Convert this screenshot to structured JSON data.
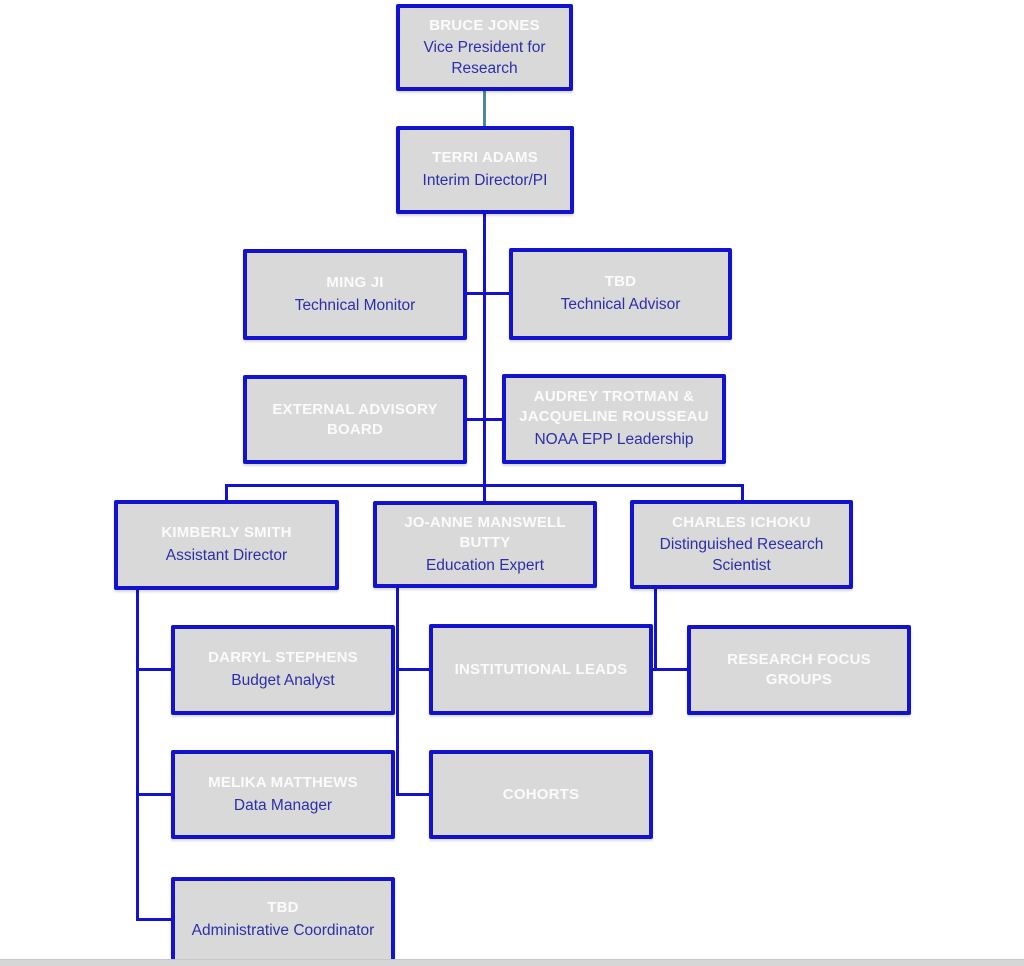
{
  "nodes": {
    "bruce": {
      "name": "BRUCE JONES",
      "title": "Vice President for Research"
    },
    "terri": {
      "name": "TERRI ADAMS",
      "title": "Interim Director/PI"
    },
    "ming": {
      "name": "MING JI",
      "title": "Technical Monitor"
    },
    "tbd_advisor": {
      "name": "TBD",
      "title": "Technical Advisor"
    },
    "eab": {
      "name": "EXTERNAL ADVISORY BOARD"
    },
    "noaa": {
      "name": "AUDREY TROTMAN & JACQUELINE ROUSSEAU",
      "title": "NOAA EPP Leadership"
    },
    "kimberly": {
      "name": "KIMBERLY SMITH",
      "title": "Assistant Director"
    },
    "joanne": {
      "name": "JO-ANNE MANSWELL BUTTY",
      "title": "Education Expert"
    },
    "charles": {
      "name": "CHARLES ICHOKU",
      "title": "Distinguished Research Scientist"
    },
    "darryl": {
      "name": "DARRYL STEPHENS",
      "title": "Budget Analyst"
    },
    "inst_leads": {
      "name": "INSTITUTIONAL LEADS"
    },
    "rfg": {
      "name": "RESEARCH FOCUS GROUPS"
    },
    "melika": {
      "name": "MELIKA MATTHEWS",
      "title": "Data Manager"
    },
    "cohorts": {
      "name": "COHORTS"
    },
    "tbd_admin": {
      "name": "TBD",
      "title": "Administrative Coordinator"
    }
  },
  "colors": {
    "box_border": "#1313cd",
    "box_fill": "#d9d9d9",
    "name_text": "#fbfbfb",
    "title_text": "#2e2ea8",
    "connector_blue": "#1313cd",
    "connector_teal": "#4a8a9b"
  }
}
